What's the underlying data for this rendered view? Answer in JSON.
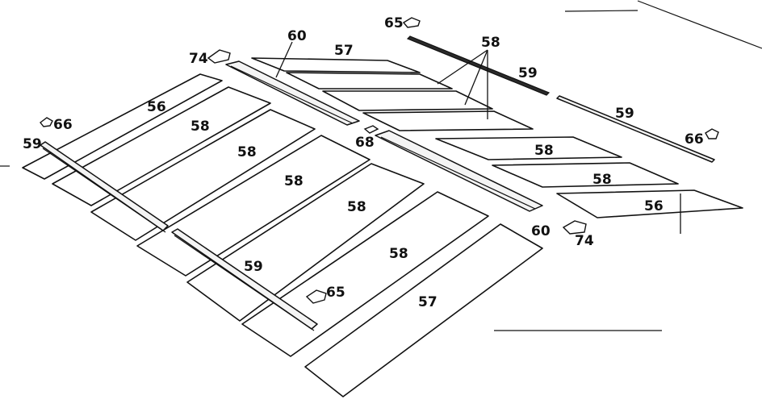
{
  "labels": {
    "l60_top": "60",
    "l65_top": "65",
    "l58_top": "58",
    "l74_left": "74",
    "l57_top": "57",
    "l59_top_a": "59",
    "l59_top_b": "59",
    "l66_right": "66",
    "l66_left": "66",
    "l59_left": "59",
    "l56_left": "56",
    "l58_a": "58",
    "l58_b": "58",
    "l58_c": "58",
    "l58_d": "58",
    "l58_e": "58",
    "l68": "68",
    "l58_right_a": "58",
    "l58_right_b": "58",
    "l56_right": "56",
    "l60_bottom": "60",
    "l74_right": "74",
    "l59_bottom": "59",
    "l65_bottom": "65",
    "l57_bottom": "57"
  }
}
